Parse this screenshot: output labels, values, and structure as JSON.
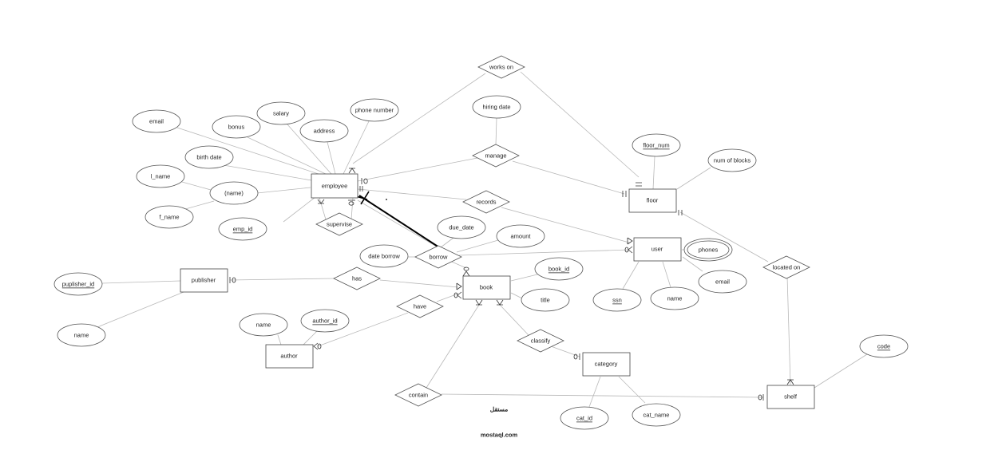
{
  "diagram": {
    "entities": {
      "employee": "employee",
      "floor": "floor",
      "user": "user",
      "book": "book",
      "publisher": "publisher",
      "author": "author",
      "category": "category",
      "shelf": "shelf"
    },
    "relationships": {
      "works_on": "works on",
      "manage": "manage",
      "records": "records",
      "supervise": "supervise",
      "borrow": "borrow",
      "has": "has",
      "have": "have",
      "classify": "classify",
      "contain": "contain",
      "located_on": "located on"
    },
    "attributes": {
      "email_emp": "email",
      "bonus": "bonus",
      "salary": "salary",
      "address": "address",
      "phone_number": "phone number",
      "birth_date": "birth date",
      "l_name": "l_name",
      "name_composite": "(name)",
      "f_name": "f_name",
      "emp_id": "emp_id",
      "hiring_date": "hiring date",
      "floor_num": "floor_num",
      "num_of_blocks": "num of blocks",
      "due_date": "due_date",
      "amount": "amount",
      "date_borrow": "date borrow",
      "phones": "phones",
      "email_user": "email",
      "ssn": "ssn",
      "name_user": "name",
      "book_id": "book_id",
      "title": "title",
      "puplisher_id": "puplisher_id",
      "name_publisher": "name",
      "name_author": "name",
      "author_id": "author_id",
      "cat_id": "cat_id",
      "cat_name": "cat_name",
      "code": "code"
    }
  },
  "watermark": {
    "arabic": "مستقل",
    "latin": "mostaql.com"
  },
  "colors": {
    "line": "#b8b8b8",
    "shape_stroke": "#555555",
    "highlight_line": "#000000",
    "watermark": "#ececec"
  }
}
